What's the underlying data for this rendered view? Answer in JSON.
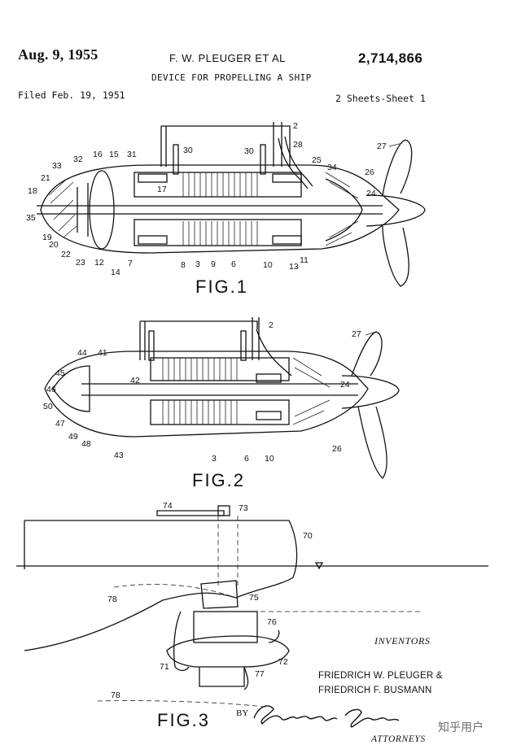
{
  "header": {
    "date": "Aug. 9, 1955",
    "inventor_short": "F. W. PLEUGER ET AL",
    "patent_number": "2,714,866",
    "title": "DEVICE FOR PROPELLING A SHIP",
    "filed": "Filed Feb. 19, 1951",
    "sheet": "2 Sheets-Sheet 1"
  },
  "figures": {
    "fig1": {
      "label": "FIG.1",
      "refs": [
        "2",
        "28",
        "30",
        "30",
        "27",
        "33",
        "32",
        "16",
        "15",
        "31",
        "17",
        "25",
        "34",
        "26",
        "24",
        "21",
        "18",
        "35",
        "19",
        "20",
        "22",
        "23",
        "12",
        "14",
        "7",
        "8",
        "3",
        "9",
        "6",
        "10",
        "13",
        "11"
      ]
    },
    "fig2": {
      "label": "FIG.2",
      "refs": [
        "2",
        "27",
        "44",
        "41",
        "45",
        "42",
        "46",
        "50",
        "47",
        "49",
        "48",
        "43",
        "24",
        "26",
        "3",
        "6",
        "10"
      ]
    },
    "fig3": {
      "label": "FIG.3",
      "refs": [
        "74",
        "73",
        "70",
        "78",
        "75",
        "76",
        "71",
        "72",
        "77",
        "78"
      ]
    }
  },
  "signature": {
    "inventors_label": "INVENTORS",
    "inventor_1": "FRIEDRICH W. PLEUGER &",
    "inventor_2": "FRIEDRICH F. BUSMANN",
    "by": "BY",
    "attorneys_label": "ATTORNEYS",
    "signature_text": "Richards & Geier"
  },
  "watermark": "知乎用户"
}
